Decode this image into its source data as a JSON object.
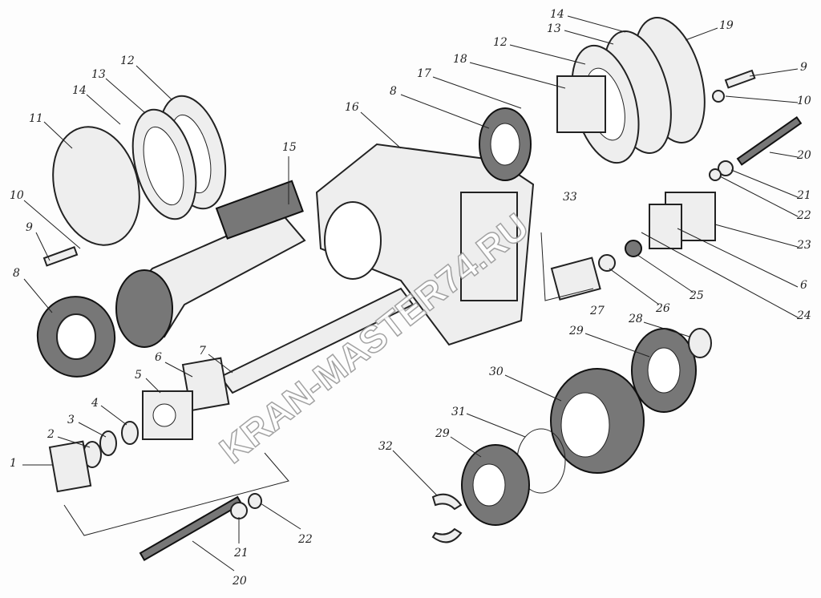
{
  "watermark": "KRAN-MASTER74.RU",
  "labels": [
    "12",
    "13",
    "14",
    "11",
    "10",
    "9",
    "8",
    "15",
    "16",
    "6",
    "7",
    "5",
    "4",
    "3",
    "2",
    "1",
    "21",
    "22",
    "20",
    "14",
    "13",
    "12",
    "18",
    "17",
    "8",
    "19",
    "9",
    "10",
    "20",
    "21",
    "22",
    "23",
    "6",
    "24",
    "25",
    "26",
    "27",
    "33",
    "28",
    "29",
    "30",
    "31",
    "29",
    "32"
  ]
}
